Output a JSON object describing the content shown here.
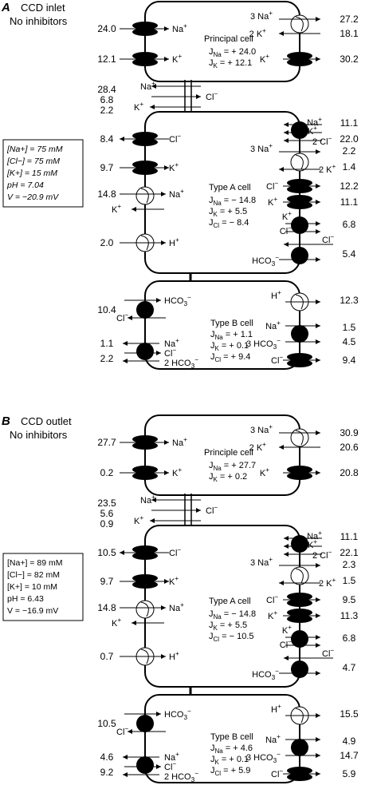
{
  "panels": [
    {
      "letter": "A",
      "title_line1": "CCD inlet",
      "title_line2": "No inhibitors",
      "conditions": [
        "[Na+] = 75 mM",
        "[Cl−] = 75 mM",
        "[K+] = 15 mM",
        "pH = 7.04",
        "V = −20.9 mV"
      ],
      "principal": {
        "name": "Principal cell",
        "j_na": "JNa = + 24.0",
        "j_k": "JK = + 12.1",
        "left_values": [
          "24.0",
          "12.1"
        ],
        "right_values": [
          "27.2",
          "18.1",
          "30.2"
        ]
      },
      "junction": {
        "values": [
          "28.4",
          "6.8",
          "2.2"
        ]
      },
      "typeA": {
        "name": "Type A cell",
        "j_na": "JNa = − 14.8",
        "j_k": "JK = + 5.5",
        "j_cl": "JCl = − 8.4",
        "left_values": [
          "8.4",
          "9.7",
          "14.8",
          "2.0"
        ],
        "right_values": [
          "11.1",
          "22.0",
          "2.2",
          "1.4",
          "12.2",
          "11.1",
          "6.8",
          "5.4"
        ]
      },
      "typeB": {
        "name": "Type B cell",
        "j_na": "JNa = + 1.1",
        "j_k": "JK = + 0.1",
        "j_cl": "JCl = + 9.4",
        "left_values": [
          "10.4",
          "1.1",
          "2.2"
        ],
        "right_values": [
          "12.3",
          "1.5",
          "4.5",
          "9.4"
        ]
      }
    },
    {
      "letter": "B",
      "title_line1": "CCD outlet",
      "title_line2": "No inhibitors",
      "conditions": [
        "[Na+] = 89 mM",
        "[Cl−] = 82 mM",
        "[K+] = 10 mM",
        "pH = 6.43",
        "V = −16.9 mV"
      ],
      "principal": {
        "name": "Principle cell",
        "j_na": "JNa = + 27.7",
        "j_k": "JK = + 0.2",
        "left_values": [
          "27.7",
          "0.2"
        ],
        "right_values": [
          "30.9",
          "20.6",
          "20.8"
        ]
      },
      "junction": {
        "values": [
          "23.5",
          "5.6",
          "0.9"
        ]
      },
      "typeA": {
        "name": "Type A cell",
        "j_na": "JNa = − 14.8",
        "j_k": "JK = + 5.5",
        "j_cl": "JCl = − 10.5",
        "left_values": [
          "10.5",
          "9.7",
          "14.8",
          "0.7"
        ],
        "right_values": [
          "11.1",
          "22.1",
          "2.3",
          "1.5",
          "9.5",
          "11.3",
          "6.8",
          "4.7"
        ]
      },
      "typeB": {
        "name": "Type B cell",
        "j_na": "JNa = + 4.6",
        "j_k": "JK = + 0.1",
        "j_cl": "JCl = + 5.9",
        "left_values": [
          "10.5",
          "4.6",
          "9.2"
        ],
        "right_values": [
          "15.5",
          "4.9",
          "14.7",
          "5.9"
        ]
      }
    }
  ],
  "labels": {
    "na": "Na+",
    "k": "K+",
    "cl": "Cl−",
    "h": "H+",
    "hco3": "HCO3−",
    "three_na": "3 Na+",
    "two_k": "2 K+",
    "two_cl": "2 Cl−",
    "three_hco3": "3 HCO3−",
    "two_hco3": "2 HCO3−"
  }
}
